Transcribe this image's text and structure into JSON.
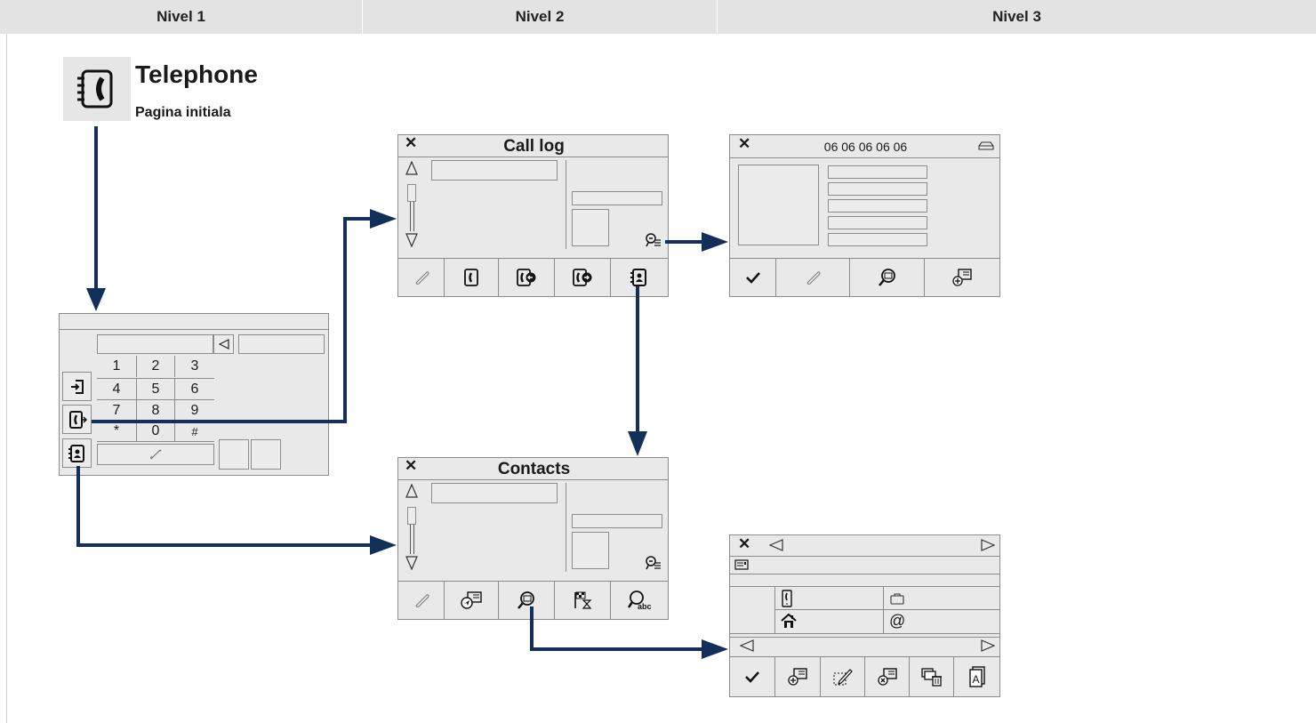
{
  "header": {
    "col1": "Nivel 1",
    "col2": "Nivel 2",
    "col3": "Nivel 3"
  },
  "app": {
    "title": "Telephone",
    "subtitle": "Pagina initiala",
    "icon": "phonebook-icon"
  },
  "keypad": {
    "keys": [
      "1",
      "2",
      "3",
      "4",
      "5",
      "6",
      "7",
      "8",
      "9",
      "*",
      "0",
      "#"
    ],
    "icons": [
      "backspace-icon",
      "exit-icon",
      "call-log-icon",
      "contacts-icon",
      "handset-icon"
    ]
  },
  "call_log": {
    "title": "Call log",
    "close": "✕",
    "icons": [
      "scroll-up-icon",
      "scroll-down-icon",
      "details-icon",
      "handset-icon",
      "phone-icon",
      "incoming-calls-icon",
      "outgoing-calls-icon",
      "contacts-book-icon"
    ]
  },
  "contacts": {
    "title": "Contacts",
    "close": "✕",
    "icons": [
      "scroll-up-icon",
      "scroll-down-icon",
      "details-icon",
      "handset-icon",
      "navigate-contact-icon",
      "search-contact-icon",
      "checkered-flag-icon",
      "search-abc-icon"
    ]
  },
  "contact_detail": {
    "number": "06 06 06 06 06",
    "close": "✕",
    "icons": [
      "car-icon",
      "check-icon",
      "handset-icon",
      "search-contact-icon",
      "add-contact-icon"
    ]
  },
  "contact_card": {
    "close": "✕",
    "icons": [
      "prev-icon",
      "next-icon",
      "card-icon",
      "mobile-icon",
      "briefcase-icon",
      "home-icon",
      "email-icon",
      "check-icon",
      "add-contact-icon",
      "edit-icon",
      "delete-contact-icon",
      "delete-all-icon",
      "address-book-icon"
    ],
    "at": "@"
  }
}
